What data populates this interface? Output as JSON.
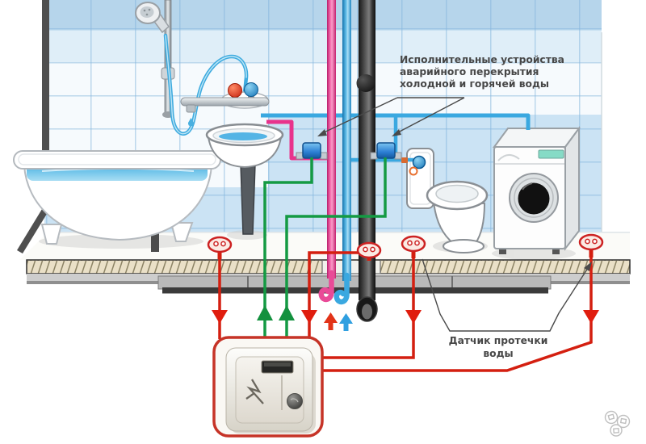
{
  "diagram": {
    "valve_label": {
      "line1": "Исполнительные устройства",
      "line2": "аварийного перекрытия",
      "line3": "холодной и горячей воды"
    },
    "sensor_label": {
      "line1": "Датчик протечки",
      "line2": "воды"
    },
    "colors": {
      "hot_water": "#e8338c",
      "cold_water": "#3aa8e0",
      "sewer_pipe": "#2d2d2d",
      "control_wire": "#149a43",
      "alarm_wire": "#d41f10",
      "sensor": "#cc2222",
      "valve": "#2b7fd4",
      "control_frame": "#c63327"
    }
  }
}
